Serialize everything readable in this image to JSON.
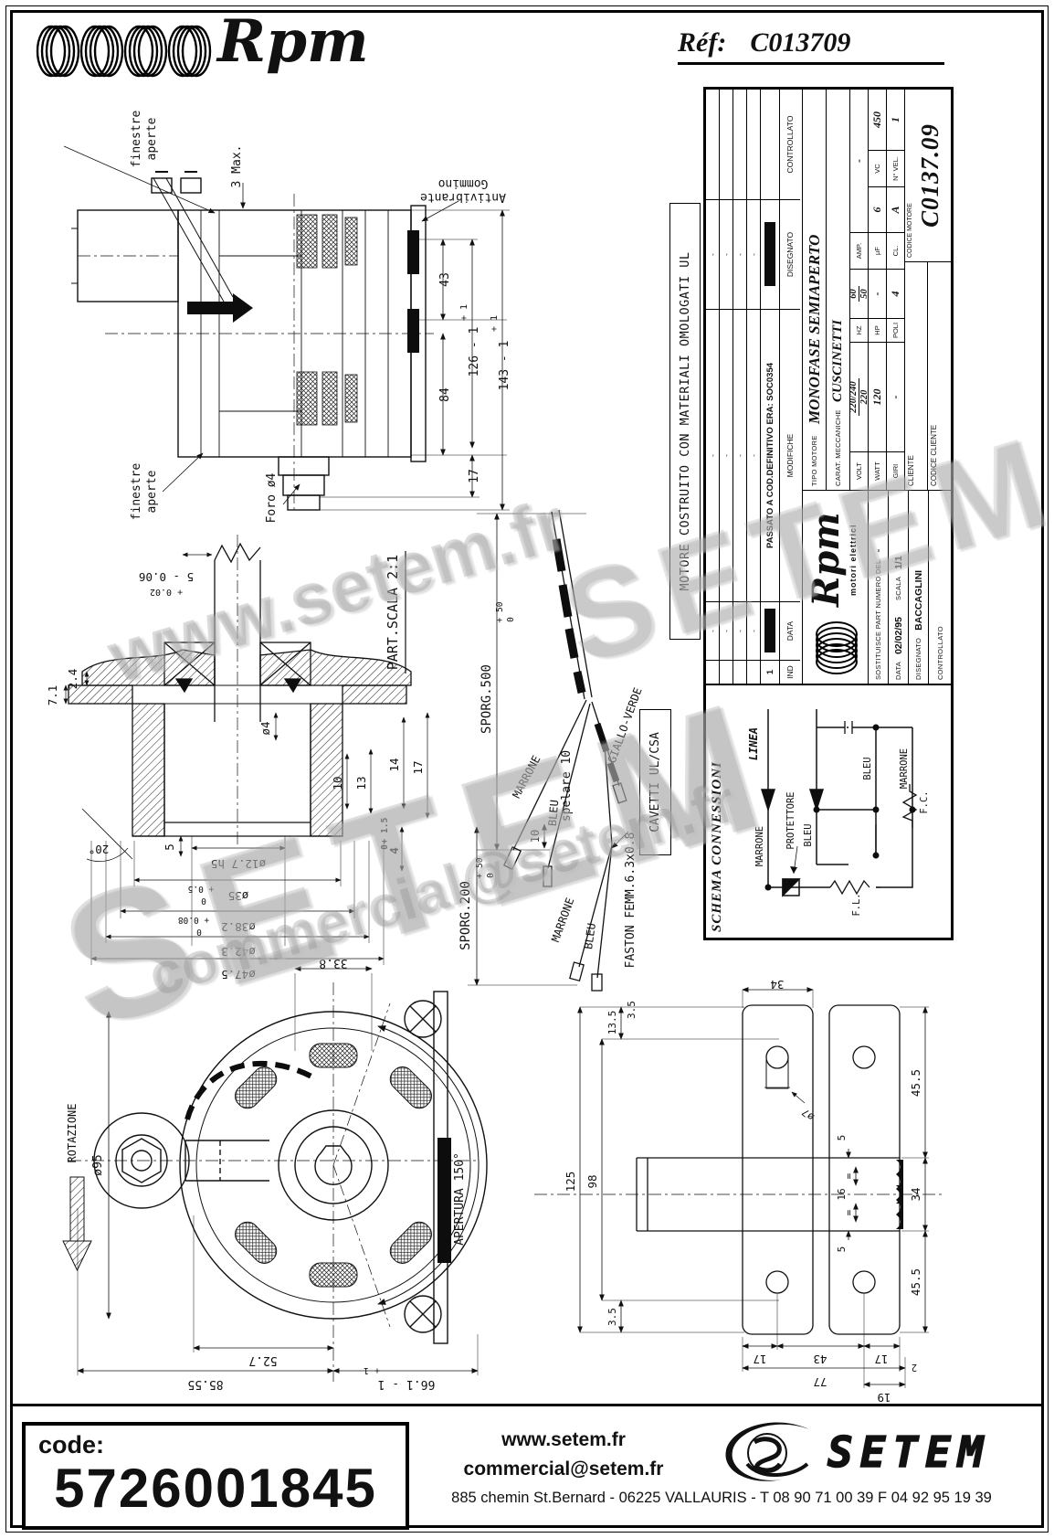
{
  "header": {
    "brand": "Rpm",
    "ref_label": "Réf:",
    "ref_value": "C013709"
  },
  "watermarks": {
    "w1": "www.setem.fr",
    "w2": "SETEM",
    "w3": "commercial@setem.fr",
    "w4": "SETEM"
  },
  "notes": {
    "ul": "MOTORE COSTRUITO CON MATERIALI OMOLOGATI UL",
    "cavetti": "CAVETTI UL/CSA"
  },
  "side_view": {
    "finestre1": "finestre",
    "aperte1": "aperte",
    "finestre2": "finestre",
    "aperte2": "aperte",
    "max3": "3 Max.",
    "gommino1": "Gommino",
    "gommino2": "Antivibrante",
    "foro": "Foro ø4",
    "d43": "43",
    "d126": "126 - 1",
    "t126": "+ 1",
    "d143": "143 - 1",
    "t143": "+ 1",
    "d84": "84",
    "d17": "17"
  },
  "section_view": {
    "title": "PART.SCALA 2:1",
    "t5a": "+ 0.02",
    "t5b": "5 - 0.06",
    "d24": "2.4",
    "d71": "7.1",
    "a20": "20°",
    "d5": "5",
    "d127": "ø12.7 h5",
    "d35": "ø35",
    "t35a": "+ 0.5",
    "t35b": "0",
    "d382": "ø38.2",
    "t382a": "+ 0.08",
    "t382b": "0",
    "d423": "ø42.3",
    "d475": "ø47.5",
    "d4": "ø4",
    "d10": "10",
    "d13": "13",
    "d14": "14",
    "d17": "17",
    "d4b": "4",
    "t4a": "+ 1.5",
    "t4b": "0"
  },
  "wires": {
    "sporg500": "SPORG.500",
    "t500a": "+ 50",
    "t500b": "0",
    "d10": "10",
    "spelare": "spelare 10",
    "marrone1": "MARRONE",
    "bleu1": "BLEU",
    "giallo": "GIALLO-VERDE",
    "sporg200": "SPORG.200",
    "t200a": "+ 50",
    "t200b": "0",
    "marrone2": "MARRONE",
    "bleu2": "BLEU",
    "faston": "FASTON FEMM.6.3x0.8"
  },
  "front_view": {
    "rotazione": "ROTAZIONE",
    "d95": "ø95",
    "d338": "33.8",
    "apertura": "APERTURA 150°",
    "d527": "52.7",
    "d8555": "85.55",
    "d661": "66.1 - 1",
    "t661": "+ 1"
  },
  "bracket": {
    "d34": "34",
    "d7": "ø7",
    "d135": "13.5",
    "d35a": "3.5",
    "d125": "125",
    "d98": "98",
    "d35b": "3.5",
    "d5a": "5",
    "eq1": "=",
    "d16": "16",
    "eq2": "=",
    "d5b": "5",
    "d455a": "45.5",
    "d34b": "34",
    "d455b": "45.5",
    "d17a": "17",
    "d43": "43",
    "d17b": "17",
    "d77": "77",
    "d2": "2",
    "d19": "19"
  },
  "schema": {
    "title": "SCHEMA CONNESSIONI",
    "linea": "LINEA",
    "marrone": "MARRONE",
    "protettore": "PROTETTORE",
    "bleu1": "BLEU",
    "bleu2": "BLEU",
    "marrone2": "MARRONE",
    "fl": "F.L.",
    "fc": "F.C."
  },
  "title_block": {
    "rev": {
      "headers": {
        "ind": "IND",
        "data": "DATA",
        "modifiche": "MODIFICHE",
        "disegnato": "DISEGNATO",
        "controllato": "CONTROLLATO"
      },
      "empty_dash": "-",
      "row": {
        "ind": "1",
        "modifiche": "PASSATO A COD.DEFINITIVO ERA: SOC0354"
      }
    },
    "tipo_label": "TIPO MOTORE",
    "tipo_value": "MONOFASE SEMIAPERTO",
    "carat_label": "CARAT. MECCANICHE",
    "carat_value": "CUSCINETTI",
    "volt_label": "VOLT",
    "volt_top": "220/240",
    "volt_bottom": "220",
    "hz_label": "HZ",
    "hz_top": "60",
    "hz_bottom": "50",
    "amp_label": "AMP.",
    "amp_value": "-",
    "watt_label": "WATT",
    "watt_value": "120",
    "hp_label": "HP",
    "hp_value": "-",
    "uf_label": "µF",
    "uf_value": "6",
    "vc_label": "VC",
    "vc_value": "450",
    "giri_label": "GIRI",
    "giri_value": "-",
    "poli_label": "POLI",
    "poli_value": "4",
    "cl_label": "CL.",
    "cl_value": "A",
    "nvel_label": "N° VEL.",
    "nvel_value": "1",
    "cliente_label": "CLIENTE",
    "codice_cliente_label": "CODICE CLIENTE",
    "codice_motore_label": "CODICE MOTORE",
    "codice_motore_value": "C0137.09",
    "logo": "Rpm",
    "logo_sub": "motori elettrici",
    "sostituisce_label": "SOSTITUISCE PART NUMERO DEL",
    "sostituisce_value": "-",
    "data_label": "DATA",
    "data_value": "02/02/95",
    "scala_label": "SCALA",
    "scala_value": "1/1",
    "disegnato_label": "DISEGNATO",
    "disegnato_value": "BACCAGLINI",
    "controllato_label": "CONTROLLATO"
  },
  "footer": {
    "code_label": "code:",
    "code_value": "5726001845",
    "web": "www.setem.fr",
    "email": "commercial@setem.fr",
    "address": "885 chemin St.Bernard  -  06225 VALLAURIS  -  T 08 90 71 00 39   F 04 92 95 19 39",
    "logo": "SETEM"
  }
}
